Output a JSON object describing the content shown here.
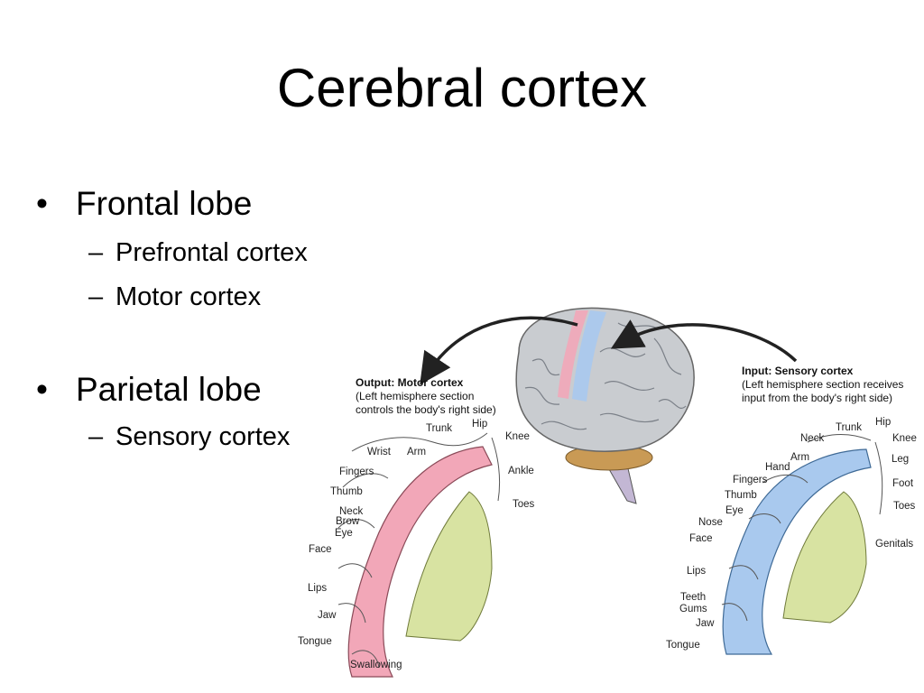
{
  "title": "Cerebral cortex",
  "bullets": [
    {
      "text": "Frontal lobe",
      "sub": [
        "Prefrontal cortex",
        "Motor cortex"
      ]
    },
    {
      "text": "Parietal lobe",
      "sub": [
        "Sensory cortex"
      ]
    }
  ],
  "bullet_glyph": "•",
  "dash_glyph": "–",
  "figure": {
    "motor": {
      "caption_title": "Output: Motor cortex",
      "caption_line1": "(Left hemisphere section",
      "caption_line2": "controls the body's right side)",
      "labels": [
        "Trunk",
        "Hip",
        "Knee",
        "Wrist",
        "Arm",
        "Fingers",
        "Ankle",
        "Thumb",
        "Toes",
        "Neck",
        "Brow",
        "Eye",
        "Face",
        "Lips",
        "Jaw",
        "Tongue",
        "Swallowing"
      ],
      "color": "#f2a7b8"
    },
    "sensory": {
      "caption_title": "Input: Sensory cortex",
      "caption_line1": "(Left hemisphere section receives",
      "caption_line2": "input from the body's right side)",
      "labels": [
        "Trunk",
        "Hip",
        "Neck",
        "Knee",
        "Arm",
        "Leg",
        "Hand",
        "Foot",
        "Fingers",
        "Thumb",
        "Toes",
        "Eye",
        "Nose",
        "Face",
        "Genitals",
        "Lips",
        "Teeth",
        "Gums",
        "Jaw",
        "Tongue"
      ],
      "color": "#a9c9ee"
    },
    "brain_color": "#c9ccd0"
  }
}
